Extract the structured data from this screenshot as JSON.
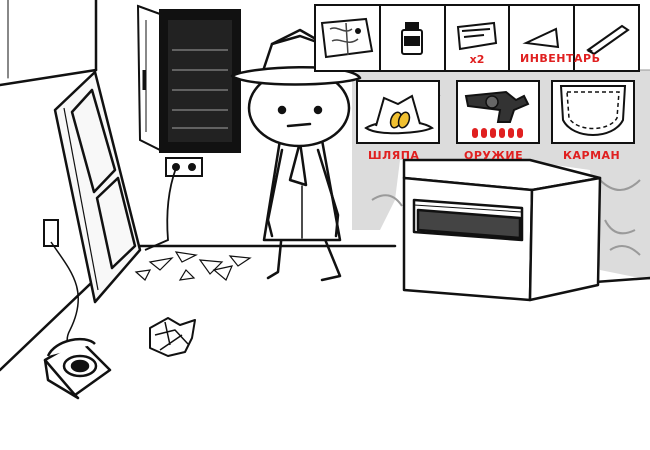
{
  "inventory": {
    "quantity_label": "x2",
    "inventory_label": "ИНВЕНТАРЬ",
    "items": [
      {
        "name": "map"
      },
      {
        "name": "jar"
      },
      {
        "name": "ticket"
      },
      {
        "name": "cheese-wedge"
      },
      {
        "name": "pencil"
      }
    ]
  },
  "categories": {
    "hat": "ШЛЯПА",
    "weapon": "ОРУЖИЕ",
    "pockets": "КАРМАН"
  },
  "weapon_ammo": 6,
  "colors": {
    "label": "#e02020",
    "ink": "#111111",
    "ammo": "#e02020"
  }
}
